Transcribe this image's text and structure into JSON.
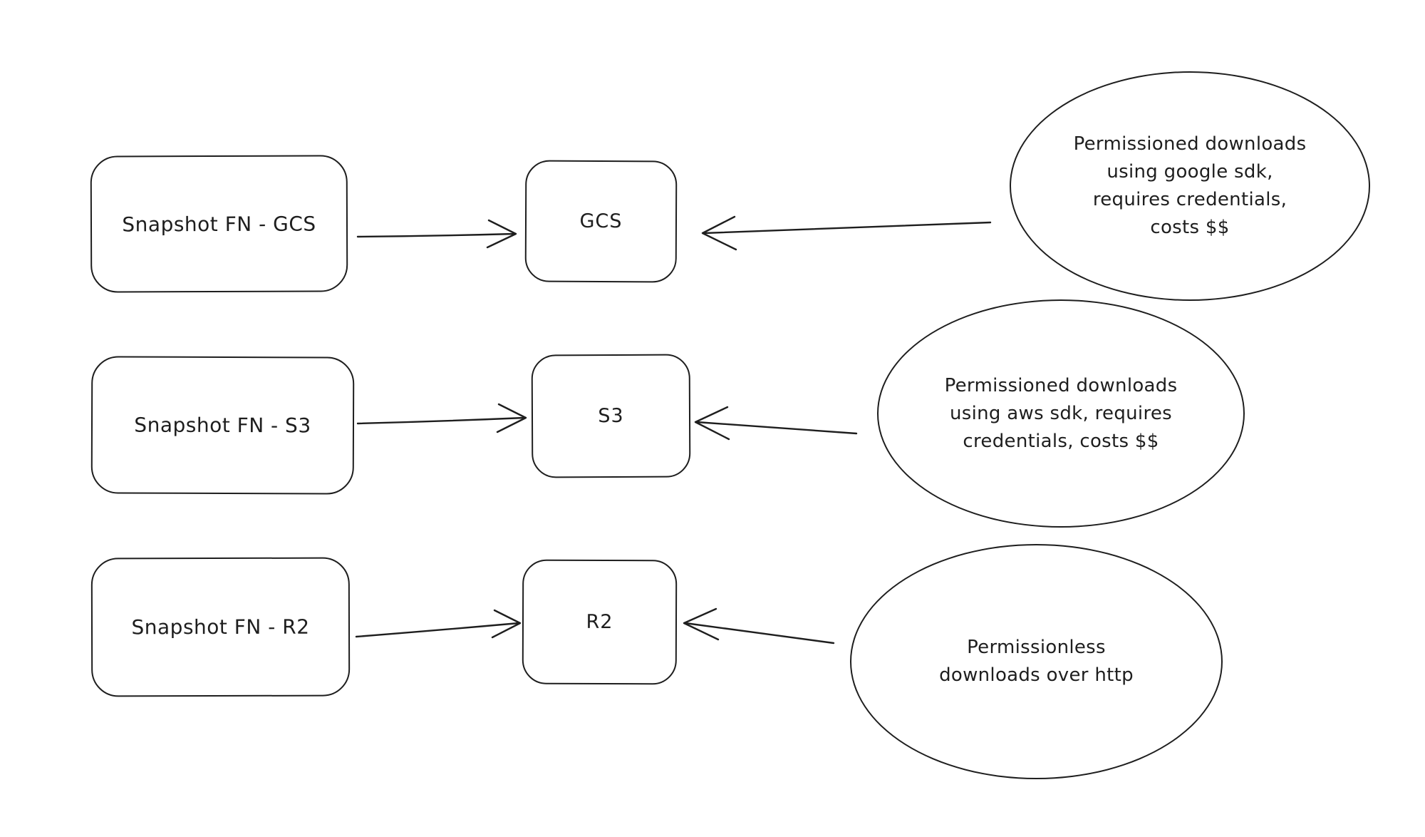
{
  "diagram": {
    "background_color": "#ffffff",
    "stroke_color": "#1e1e1e",
    "rows": [
      {
        "source_label": "Snapshot FN - GCS",
        "target_label": "GCS",
        "note_lines": [
          "Permissioned downloads",
          "using google sdk,",
          "requires credentials,",
          "costs $$"
        ]
      },
      {
        "source_label": "Snapshot FN - S3",
        "target_label": "S3",
        "note_lines": [
          "Permissioned downloads",
          "using aws sdk, requires",
          "credentials, costs $$"
        ]
      },
      {
        "source_label": "Snapshot FN - R2",
        "target_label": "R2",
        "note_lines": [
          "Permissionless",
          "downloads over http"
        ]
      }
    ]
  }
}
